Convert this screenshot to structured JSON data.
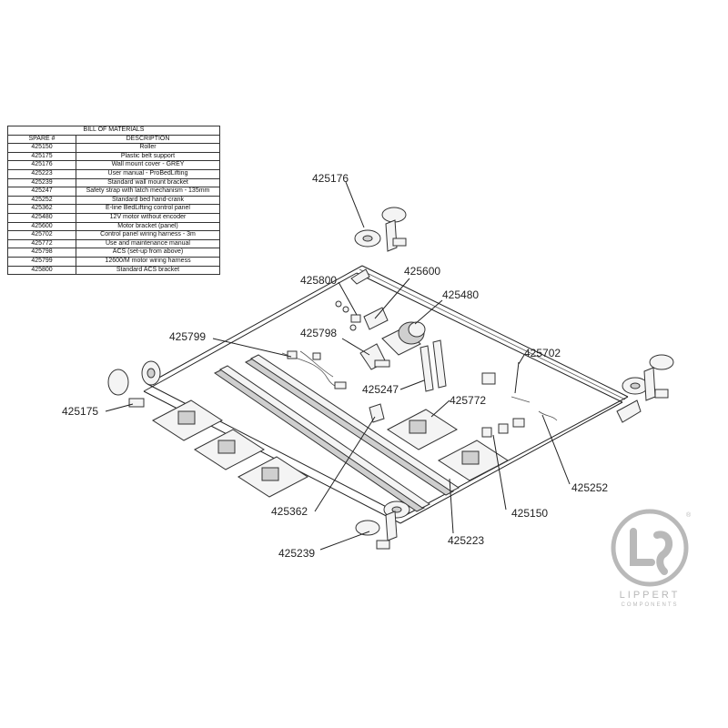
{
  "bom": {
    "title": "BILL OF MATERIALS",
    "headers": {
      "spare": "SPARE #",
      "description": "DESCRIPTION"
    },
    "rows": [
      {
        "spare": "425150",
        "description": "Roller"
      },
      {
        "spare": "425175",
        "description": "Plastic belt support"
      },
      {
        "spare": "425176",
        "description": "Wall mount cover - GREY"
      },
      {
        "spare": "425223",
        "description": "User manual - ProBedLifting"
      },
      {
        "spare": "425239",
        "description": "Standard wall mount bracket"
      },
      {
        "spare": "425247",
        "description": "Safety strap with latch mechanism - 135mm"
      },
      {
        "spare": "425252",
        "description": "Standard bed hand-crank"
      },
      {
        "spare": "425362",
        "description": "E-line BedLifting control panel"
      },
      {
        "spare": "425480",
        "description": "12V motor without encoder"
      },
      {
        "spare": "425600",
        "description": "Motor bracket (panel)"
      },
      {
        "spare": "425702",
        "description": "Control panel wiring harness - 3m"
      },
      {
        "spare": "425772",
        "description": "Use and maintenance manual"
      },
      {
        "spare": "425798",
        "description": "ACS (set-up from above)"
      },
      {
        "spare": "425799",
        "description": "12600/M motor wiring harness"
      },
      {
        "spare": "425800",
        "description": "Standard ACS bracket"
      }
    ]
  },
  "callouts": {
    "c425176": "425176",
    "c425800": "425800",
    "c425600": "425600",
    "c425480": "425480",
    "c425799": "425799",
    "c425798": "425798",
    "c425702": "425702",
    "c425247": "425247",
    "c425772": "425772",
    "c425175": "425175",
    "c425252": "425252",
    "c425362": "425362",
    "c425150": "425150",
    "c425223": "425223",
    "c425239": "425239"
  },
  "logo": {
    "word": "LIPPERT",
    "sub": "COMPONENTS",
    "registered": "®"
  },
  "colors": {
    "line": "#222222",
    "logo": "#b9b9b9"
  }
}
